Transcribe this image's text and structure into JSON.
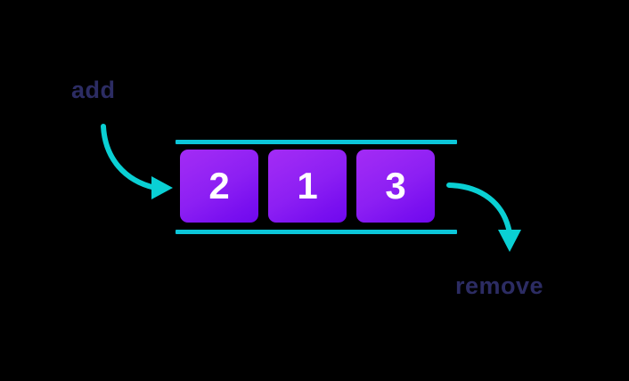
{
  "diagram": {
    "title": "queue-add-remove",
    "background_color": "#000000",
    "structure": {
      "name": "queue",
      "rail_color": "#0cc6d9",
      "rails": [
        {
          "name": "top-rail"
        },
        {
          "name": "bottom-rail"
        }
      ],
      "boxes": [
        {
          "value": "2"
        },
        {
          "value": "1"
        },
        {
          "value": "3"
        }
      ],
      "box_gradient_from": "#a32bf5",
      "box_gradient_to": "#6f08ee",
      "box_text_color": "#ffffff"
    },
    "annotations": {
      "add": {
        "label": "add",
        "label_color": "#2c2c63",
        "arrow_color": "#0ad0d4",
        "direction": "into-queue-left"
      },
      "remove": {
        "label": "remove",
        "label_color": "#2c2c63",
        "arrow_color": "#0ad0d4",
        "direction": "out-of-queue-right"
      }
    }
  }
}
